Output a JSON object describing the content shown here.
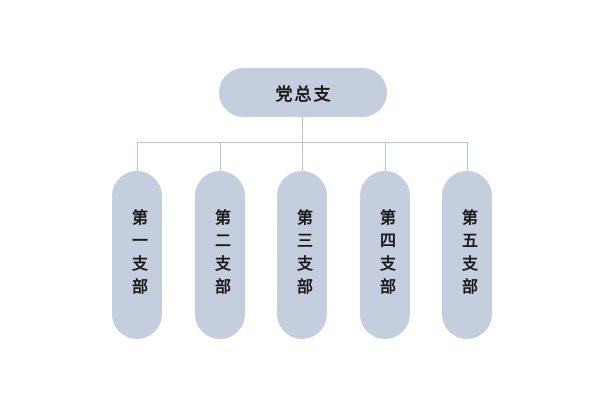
{
  "chart": {
    "type": "org-chart",
    "root": {
      "label": "党总支"
    },
    "branches": [
      {
        "label": "第一支部"
      },
      {
        "label": "第二支部"
      },
      {
        "label": "第三支部"
      },
      {
        "label": "第四支部"
      },
      {
        "label": "第五支部"
      }
    ]
  },
  "colors": {
    "node_fill": "#c5cede",
    "connector": "#b9c4d5",
    "text": "#1b1b1b",
    "background": "#ffffff"
  }
}
